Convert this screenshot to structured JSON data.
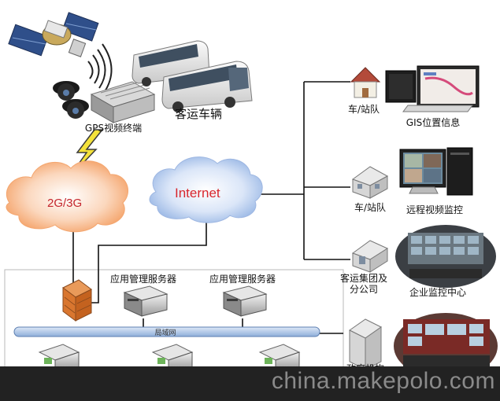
{
  "labels": {
    "gps_terminal": "GPS视频终端",
    "passenger_vehicle": "客运车辆",
    "network_2g3g": "2G/3G",
    "internet": "Internet",
    "app_server_1": "应用管理服务器",
    "app_server_2": "应用管理服务器",
    "lan": "局域网",
    "station_1": "车/站队",
    "gis_info": "GIS位置信息",
    "station_2": "车/站队",
    "remote_video": "远程视频监控",
    "group_branch_line1": "客运集团及",
    "group_branch_line2": "分公司",
    "enterprise_center": "企业监控中心",
    "gov_agency": "政府机构"
  },
  "footer": {
    "watermark": "china.makepolo.com"
  },
  "colors": {
    "cloud_orange": "#f6a16a",
    "cloud_blue": "#9fb8e6",
    "internet_text": "#d8262d",
    "lan_bar": "#a9c3e8",
    "footer_bg": "#222222"
  }
}
